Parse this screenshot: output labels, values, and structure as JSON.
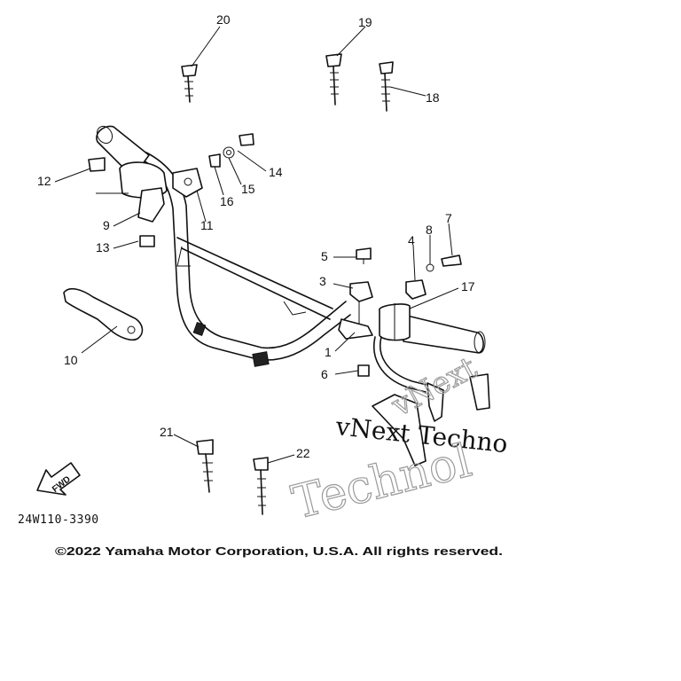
{
  "parts": {
    "p1": "1",
    "p3": "3",
    "p4": "4",
    "p5": "5",
    "p6": "6",
    "p7": "7",
    "p8": "8",
    "p9": "9",
    "p10": "10",
    "p11": "11",
    "p12": "12",
    "p13": "13",
    "p14": "14",
    "p15": "15",
    "p16": "16",
    "p17": "17",
    "p18": "18",
    "p19": "19",
    "p20": "20",
    "p21": "21",
    "p22": "22"
  },
  "direction_arrow": "FWD",
  "diagram_code": "24W110-3390",
  "watermark": {
    "line1": "vNext Techno",
    "line2": "Technol",
    "small": "vNext"
  },
  "copyright": "©2022 Yamaha Motor Corporation, U.S.A. All rights reserved."
}
